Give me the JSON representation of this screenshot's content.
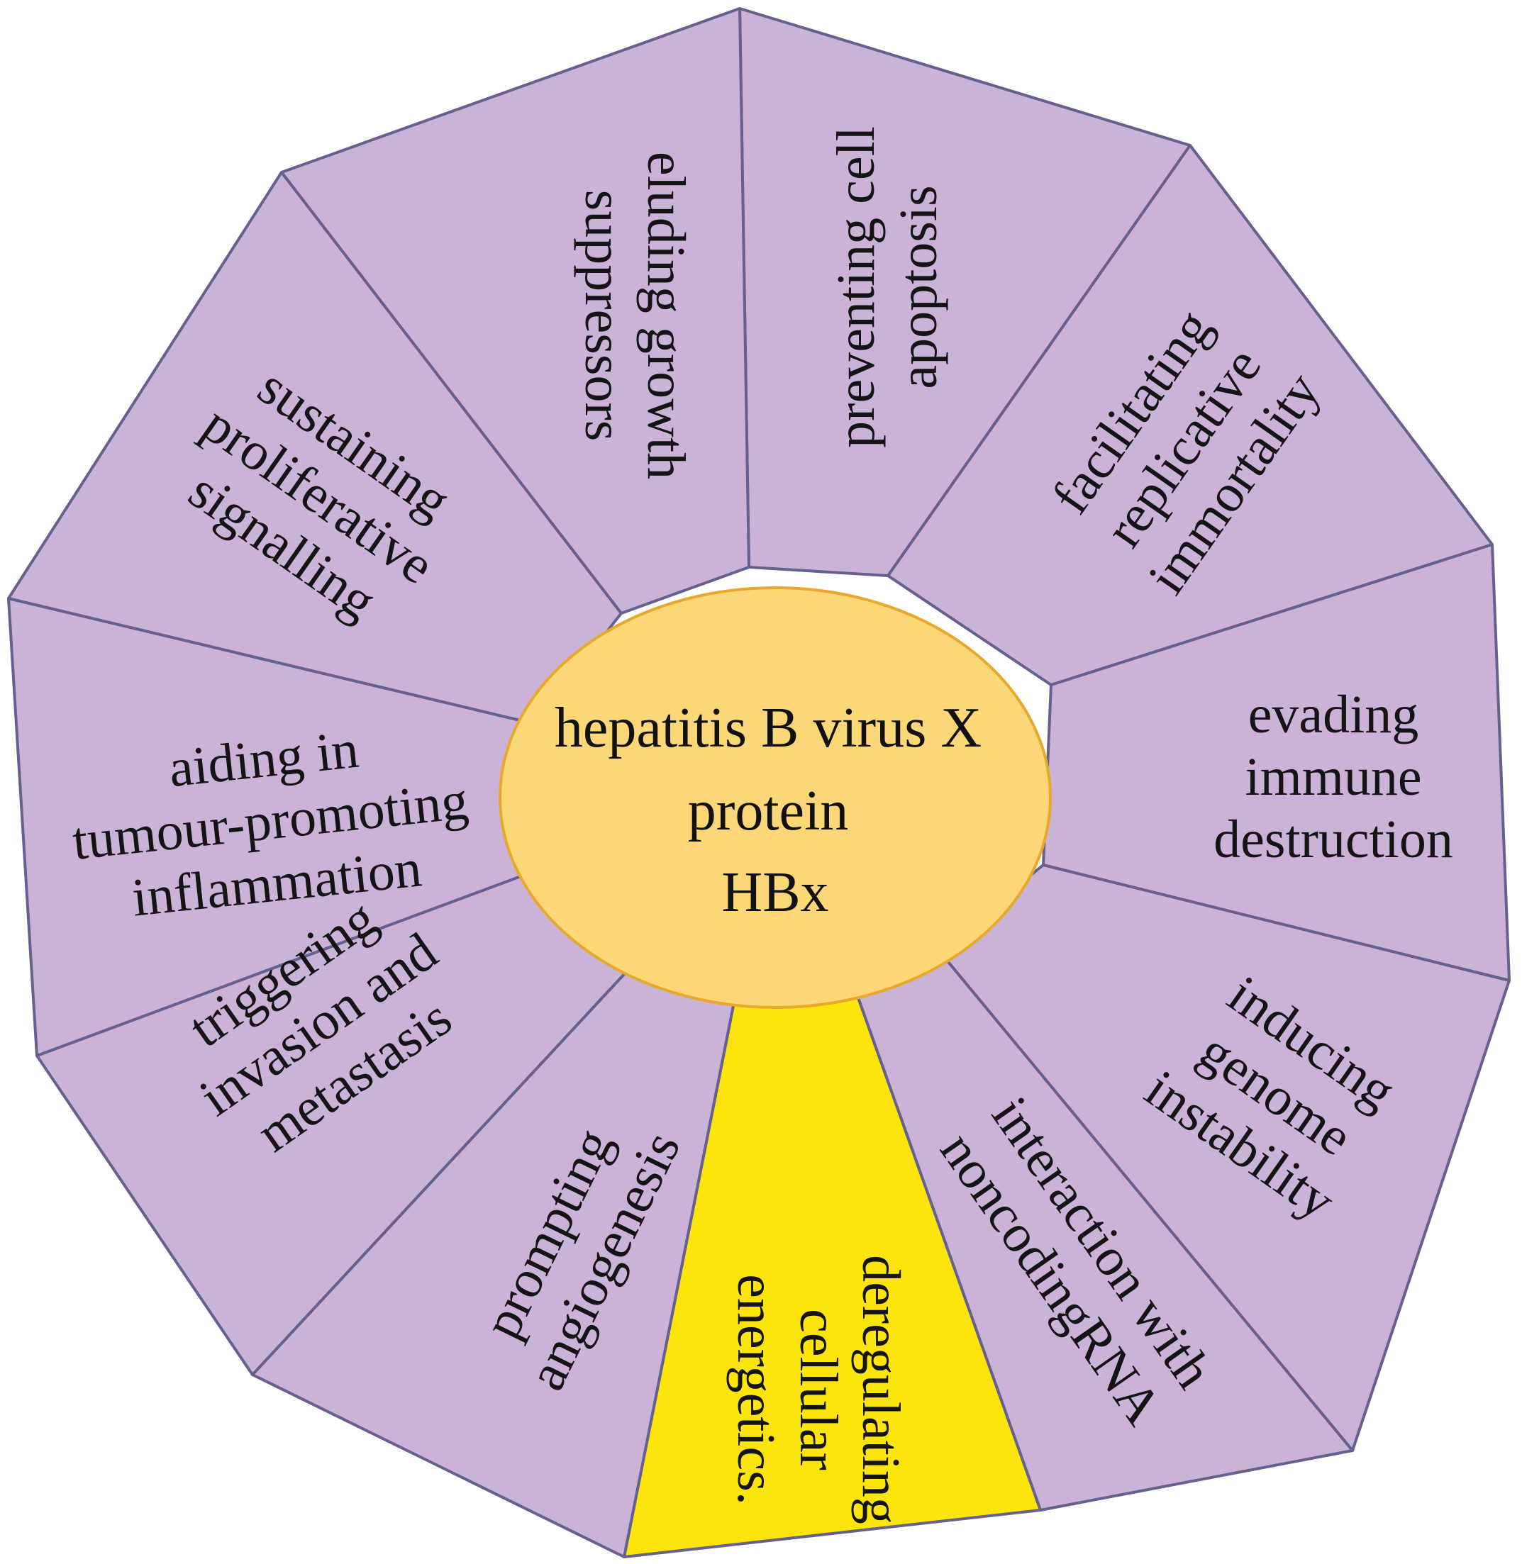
{
  "center": {
    "lines": [
      "hepatitis B virus X",
      "protein",
      "HBx"
    ]
  },
  "colors": {
    "segment_fill": "#cbb3d8",
    "highlight_fill": "#fde50b",
    "hub_fill": "#fbd778",
    "hub_stroke": "#e8a82c",
    "edge": "#66608f"
  },
  "segments": [
    {
      "id": "eluding-growth-suppressors",
      "lines": [
        "eluding growth",
        "suppressors"
      ],
      "highlight": false
    },
    {
      "id": "preventing-cell-apoptosis",
      "lines": [
        "preventing cell",
        "apoptosis"
      ],
      "highlight": false
    },
    {
      "id": "facilitating-replicative-immortality",
      "lines": [
        "facilitating",
        "replicative",
        "immortality"
      ],
      "highlight": false
    },
    {
      "id": "evading-immune-destruction",
      "lines": [
        "evading",
        "immune",
        "destruction"
      ],
      "highlight": false
    },
    {
      "id": "inducing-genome-instability",
      "lines": [
        "inducing",
        "genome",
        "instability"
      ],
      "highlight": false
    },
    {
      "id": "interaction-with-noncodingrna",
      "lines": [
        "interaction with",
        "noncodingRNA"
      ],
      "highlight": true
    },
    {
      "id": "deregulating-cellular-energetics",
      "lines": [
        "deregulating",
        "cellular",
        "energetics."
      ],
      "highlight": false
    },
    {
      "id": "prompting-angiogenesis",
      "lines": [
        "prompting",
        "angiogenesis"
      ],
      "highlight": false
    },
    {
      "id": "triggering-invasion-and-metastasis",
      "lines": [
        "triggering",
        "invasion and",
        "metastasis"
      ],
      "highlight": false
    },
    {
      "id": "aiding-in-tumour-promoting-inflammation",
      "lines": [
        "aiding in",
        "tumour-promoting",
        "inflammation"
      ],
      "highlight": false
    },
    {
      "id": "sustaining-proliferative-signalling",
      "lines": [
        "sustaining",
        "proliferative",
        "signalling"
      ],
      "highlight": false
    }
  ]
}
